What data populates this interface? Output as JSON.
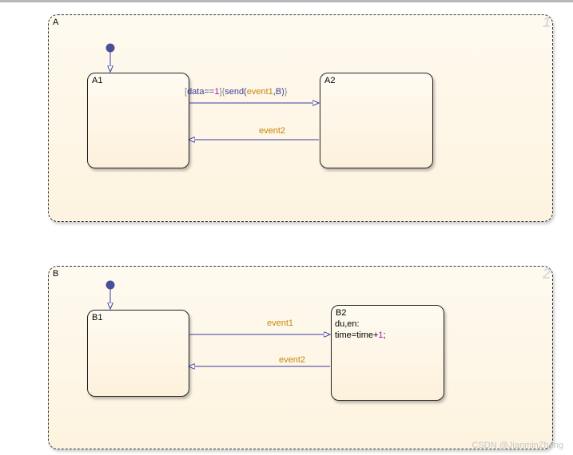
{
  "chart": {
    "states": {
      "A": {
        "label": "A",
        "order": "1"
      },
      "B": {
        "label": "B",
        "order": "2"
      },
      "A1": {
        "label": "A1"
      },
      "A2": {
        "label": "A2"
      },
      "B1": {
        "label": "B1"
      },
      "B2": {
        "label": "B2",
        "action_line1": "du,en:",
        "action_line2_var": "time=time+",
        "action_line2_num": "1",
        "action_line2_end": ";"
      }
    },
    "transitions": {
      "a1_to_a2": {
        "open": "[",
        "cond_var": "data==",
        "cond_num": "1",
        "close": "]",
        "brace_open": "{",
        "func": "send(",
        "event": "event1",
        "sep": ",B)",
        "brace_close": "}"
      },
      "a2_to_a1": {
        "event": "event2"
      },
      "b1_to_b2": {
        "event": "event1"
      },
      "b2_to_b1": {
        "event": "event2"
      }
    }
  },
  "watermark": "CSDN @JianminZheng",
  "colors": {
    "wire": "#3b3ba0",
    "event": "#c8860a",
    "default_dot": "#4a4f9a"
  }
}
